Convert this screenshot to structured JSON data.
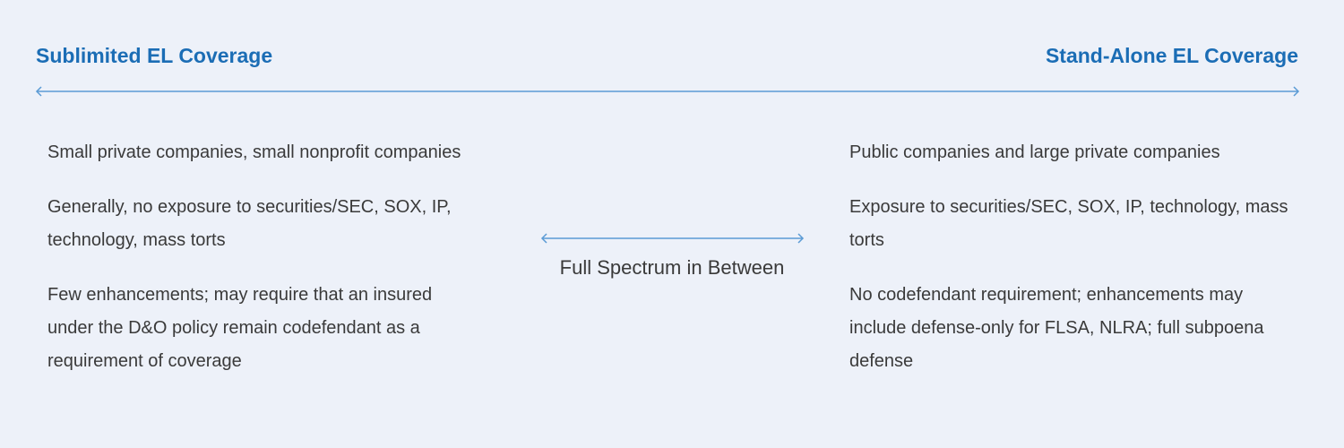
{
  "header": {
    "left_title": "Sublimited EL Coverage",
    "right_title": "Stand-Alone EL Coverage"
  },
  "colors": {
    "accent": "#1b6db5",
    "arrow": "#5b9bd5",
    "background": "#edf1f9"
  },
  "left_column": {
    "items": [
      "Small private companies, small nonprofit companies",
      "Generally, no exposure to securities/SEC, SOX, IP, technology, mass torts",
      "Few enhancements; may require that an insured under the D&O policy remain codefendant as a requirement of coverage"
    ]
  },
  "middle": {
    "label": "Full Spectrum in Between"
  },
  "right_column": {
    "items": [
      "Public companies and large private companies",
      "Exposure to securities/SEC, SOX, IP, technology, mass torts",
      "No codefendant requirement; enhancements may include defense-only for FLSA, NLRA; full subpoena defense"
    ]
  }
}
